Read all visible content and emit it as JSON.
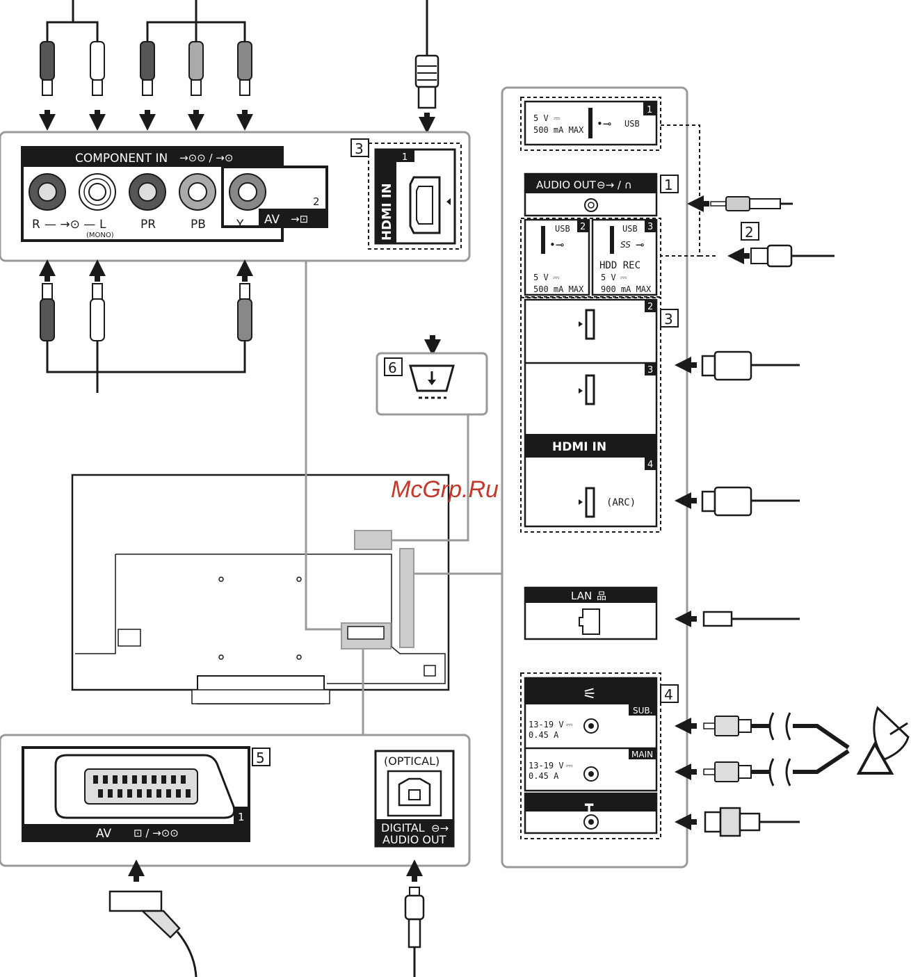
{
  "watermark": "McGrp.Ru",
  "left_panel": {
    "component_label": "COMPONENT IN",
    "labels": {
      "r": "R",
      "l": "L",
      "mono": "(MONO)",
      "pr": "PR",
      "pb": "PB",
      "y": "Y"
    },
    "av_label": "AV",
    "av_number": "2",
    "section_number": "3",
    "hdmi_number": "1",
    "hdmi_side_text": "HDMI IN"
  },
  "right_panel": {
    "usb1": {
      "number": "1",
      "voltage": "5 V",
      "current": "500 mA MAX",
      "label": "USB"
    },
    "audio_out": {
      "label": "AUDIO OUT",
      "section_number": "1"
    },
    "usb2": {
      "number": "2",
      "label": "USB",
      "voltage": "5 V",
      "current": "500 mA MAX"
    },
    "usb3": {
      "number": "3",
      "label": "USB",
      "ss": "SS",
      "rec": "HDD REC",
      "voltage": "5 V",
      "current": "900 mA MAX"
    },
    "usb_section_number": "2",
    "hdmi_section_number": "3",
    "hdmi_ports": [
      {
        "number": "2"
      },
      {
        "number": "3"
      },
      {
        "number": "4",
        "extra": "(ARC)"
      }
    ],
    "hdmi_in_label": "HDMI IN",
    "lan_label": "LAN",
    "sat": {
      "section_number": "4",
      "sub_label": "SUB.",
      "main_label": "MAIN",
      "sub_voltage": "13-19 V",
      "sub_current": "0.45 A",
      "main_voltage": "13-19 V",
      "main_current": "0.45 A"
    }
  },
  "section6_number": "6",
  "bottom_panel": {
    "section_number": "5",
    "scart_label": "AV",
    "scart_number": "1",
    "optical_label": "(OPTICAL)",
    "digital_label": "DIGITAL",
    "audio_out_label": "AUDIO OUT"
  }
}
